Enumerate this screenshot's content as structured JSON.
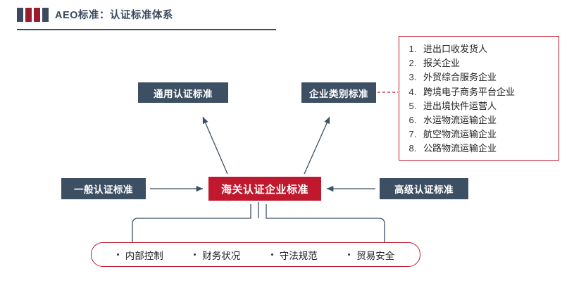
{
  "header": {
    "title": "AEO标准：认证标准体系",
    "accent_red": "#9b1b30",
    "accent_navy": "#3b4a5f"
  },
  "nodes": {
    "general_standard": "通用认证标准",
    "category_standard": "企业类别标准",
    "basic_certification": "一般认证标准",
    "advanced_certification": "高级认证标准",
    "core": "海关认证企业标准"
  },
  "category_list": {
    "items": [
      "进出口收发货人",
      "报关企业",
      "外贸综合服务企业",
      "跨境电子商务平台企业",
      "进出境快件运营人",
      "水运物流运输企业",
      "航空物流运输企业",
      "公路物流运输企业"
    ],
    "border_color": "#c0192e"
  },
  "bottom_items": [
    "内部控制",
    "财务状况",
    "守法规范",
    "贸易安全"
  ],
  "colors": {
    "box_navy": "#3d4f63",
    "box_red": "#c0192e",
    "arrow": "#3d4f63",
    "dashed": "#c0192e"
  }
}
